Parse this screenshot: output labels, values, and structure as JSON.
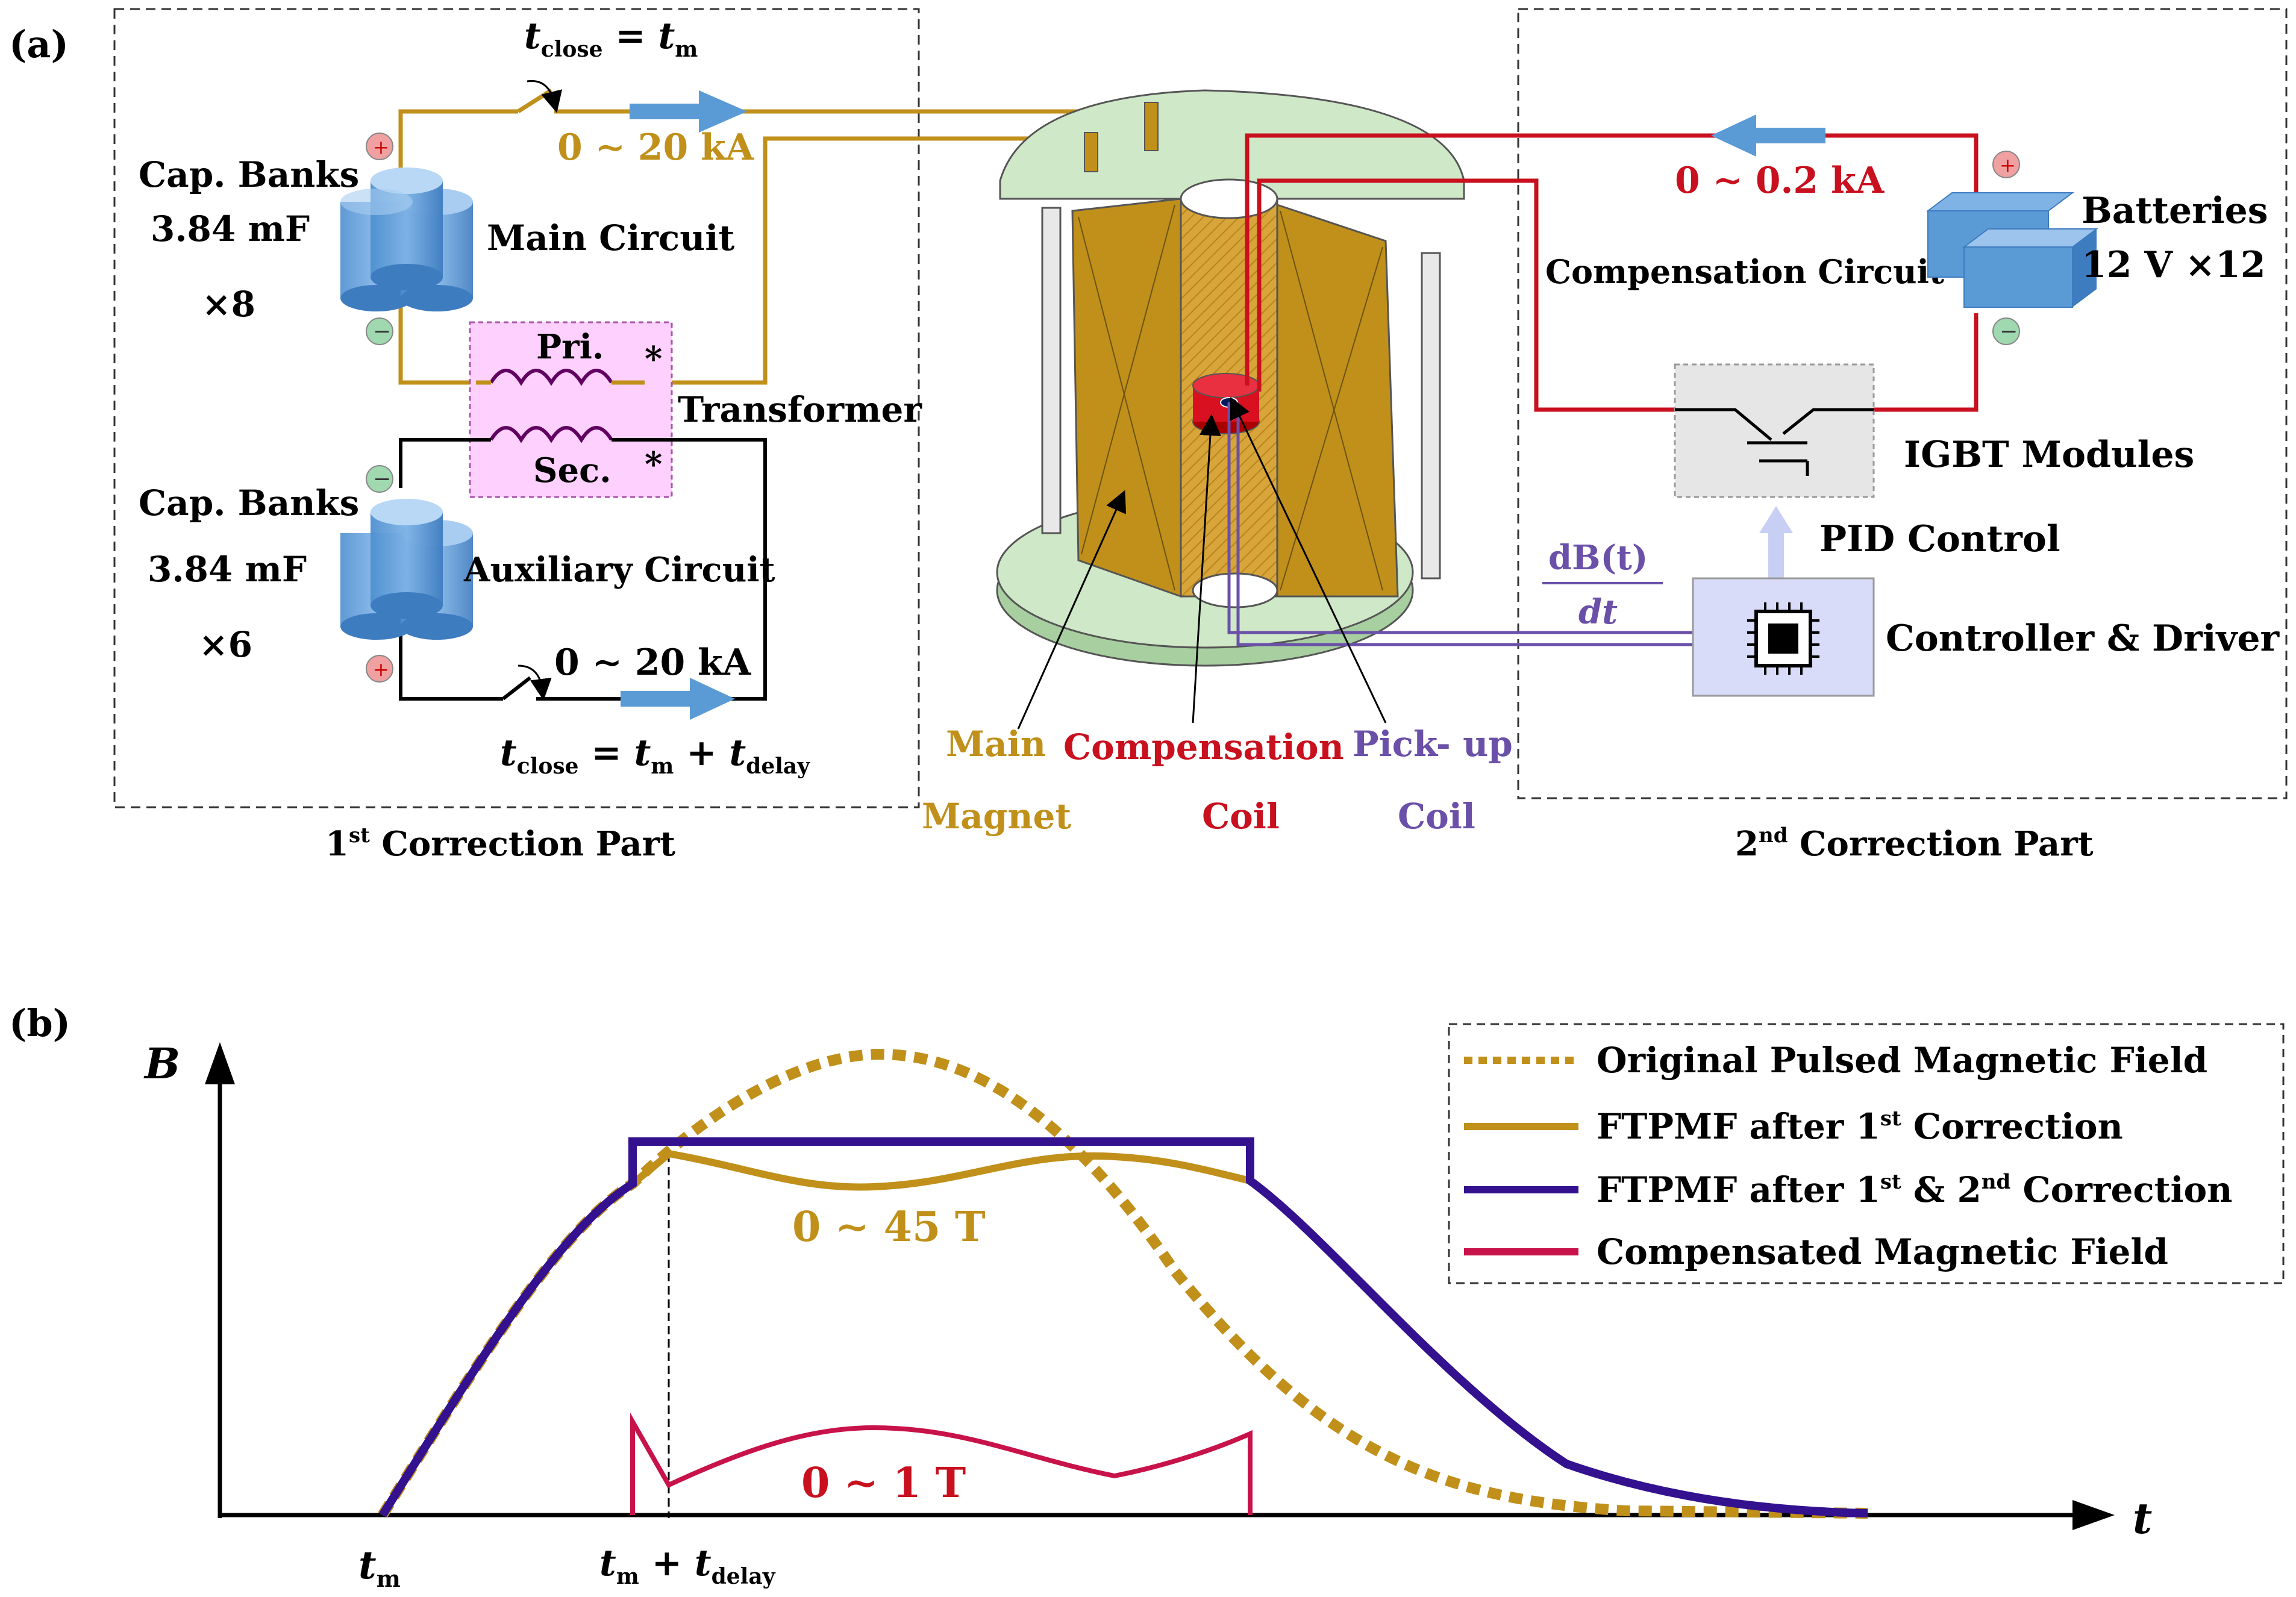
{
  "panel_a": {
    "panel_label": "(a)",
    "part1_label": "1",
    "part1_sup": "st",
    "part1_suffix": " Correction Part",
    "part2_label": "2",
    "part2_sup": "nd",
    "part2_suffix": " Correction Part",
    "cap_banks_main": {
      "title": "Cap. Banks",
      "capacitance": "3.84 mF",
      "count": "×8"
    },
    "cap_banks_aux": {
      "title": "Cap. Banks",
      "capacitance": "3.84 mF",
      "count": "×6"
    },
    "main_circuit": "Main Circuit",
    "auxiliary_circuit": "Auxiliary Circuit",
    "transformer": "Transformer",
    "primary": "Pri.",
    "secondary": "Sec.",
    "dot_mark": "*",
    "main_current": "0 ∼ 20 kA",
    "aux_current": "0 ∼ 20 kA",
    "switch1_t": "t",
    "switch1_sub": "close",
    "switch1_eq": " = ",
    "switch1_tm": "t",
    "switch1_tm_sub": "m",
    "switch2_t": "t",
    "switch2_sub": "close",
    "switch2_eq": " = ",
    "switch2_tm": "t",
    "switch2_tm_sub": "m",
    "switch2_plus": " + ",
    "switch2_td": "t",
    "switch2_td_sub": "delay",
    "comp_current": "0 ∼ 0.2 kA",
    "compensation_circuit": "Compensation Circuit",
    "batteries": "Batteries",
    "batteries_spec": "12 V ×12",
    "igbt": "IGBT Modules",
    "pid": "PID Control",
    "controller": "Controller & Driver",
    "dbdt_num": "dB(t)",
    "dbdt_den": "dt",
    "magnet_label_1": "Main",
    "magnet_label_2": "Magnet",
    "comp_coil_label_1": "Compensation",
    "comp_coil_label_2": "Coil",
    "pickup_label_1": "Pick- up",
    "pickup_label_2": "Coil",
    "plus_sign": "+",
    "minus_sign": "−"
  },
  "panel_b": {
    "panel_label": "(b)",
    "y_axis": "B",
    "x_axis": "t",
    "tick_tm": "t",
    "tick_tm_sub": "m",
    "tick_td_t": "t",
    "tick_td_sub1": "m",
    "tick_td_plus": " + ",
    "tick_td_t2": "t",
    "tick_td_sub2": "delay",
    "range_main": "0 ∼ 45  T",
    "range_comp": "0 ∼ 1  T",
    "legend": [
      {
        "name": "Original Pulsed Magnetic Field",
        "color": "#c0901a",
        "style": "dotted"
      },
      {
        "name": "FTPMF after 1",
        "sup": "st",
        "tail": " Correction",
        "color": "#c0901a",
        "style": "solid"
      },
      {
        "name": "FTPMF after 1",
        "sup": "st",
        "tail": " & 2",
        "sup2": "nd",
        "tail2": " Correction",
        "color": "#33118f",
        "style": "solid"
      },
      {
        "name": "Compensated Magnetic Field",
        "color": "#c8134a",
        "style": "solid"
      }
    ]
  },
  "colors": {
    "gold": "#c0901a",
    "red": "#c8101e",
    "purple": "#6a50a8",
    "navy": "#33118f",
    "crimson": "#c8134a",
    "blue_arrow": "#5b9bd5"
  },
  "icons": [
    "capacitor-bank-icon",
    "battery-icon",
    "igbt-icon",
    "chip-icon",
    "switch-icon",
    "arrow-icon"
  ]
}
